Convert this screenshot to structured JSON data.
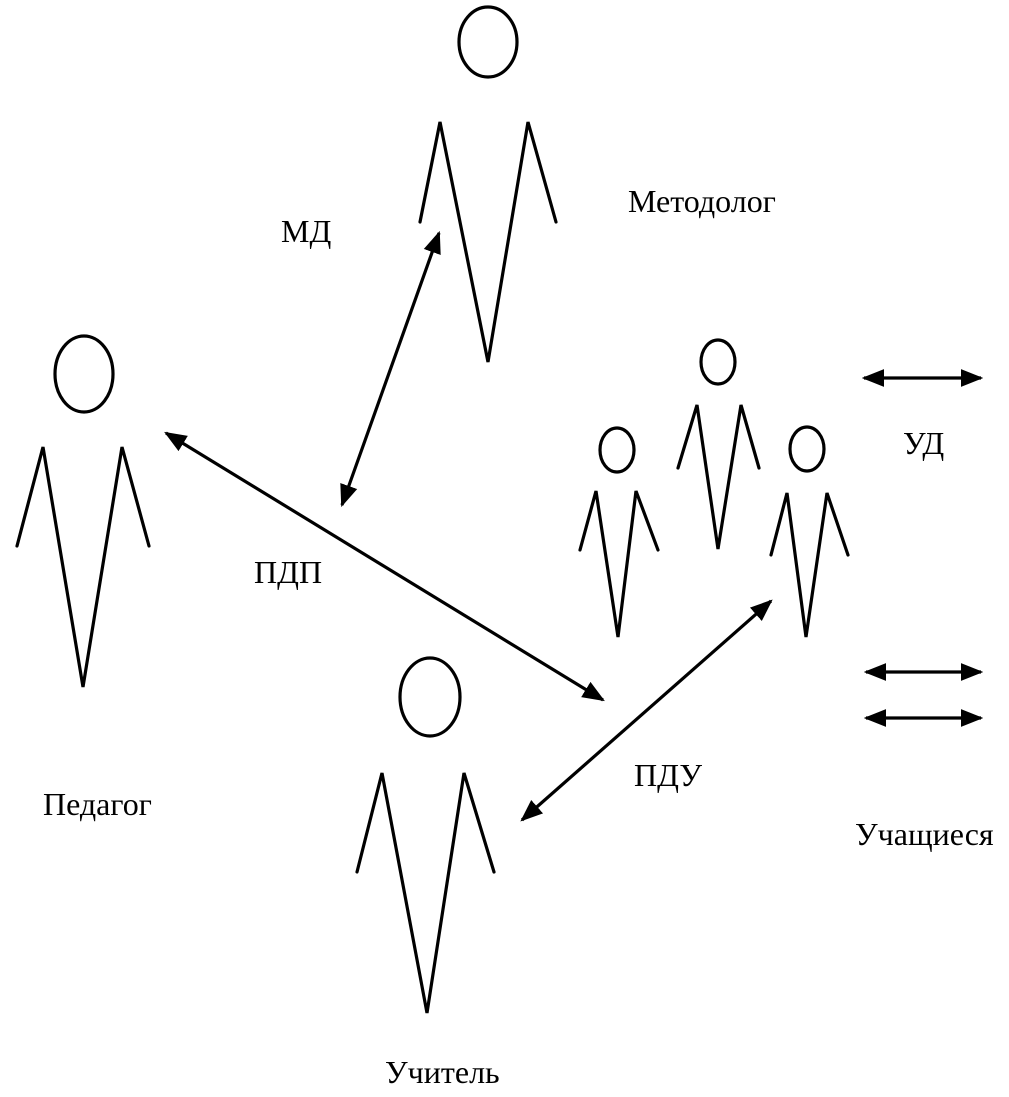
{
  "labels": {
    "methodologist": "Методолог",
    "md": "МД",
    "pedagogue": "Педагог",
    "pdp": "ПДП",
    "teacher": "Учитель",
    "pdu": "ПДУ",
    "students": "Учащиеся",
    "ud": "УД"
  },
  "colors": {
    "stroke": "#000000",
    "background": "#ffffff"
  },
  "icons": [
    "person-figure-icon",
    "double-arrow-icon"
  ]
}
